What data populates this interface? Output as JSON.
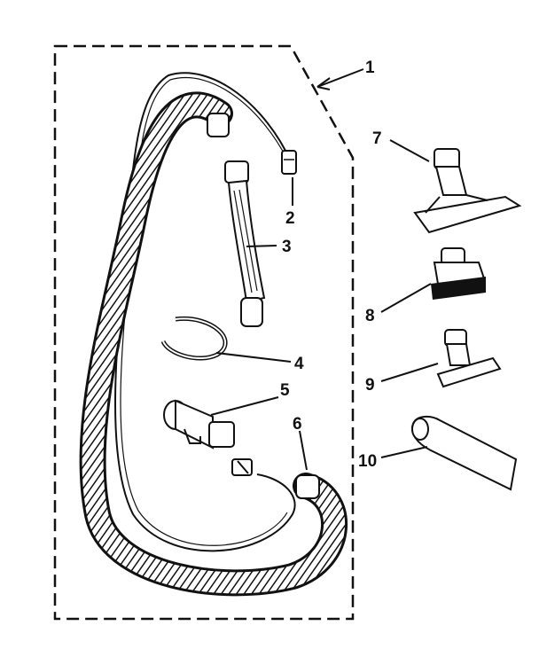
{
  "diagram": {
    "callouts": [
      "1",
      "2",
      "3",
      "4",
      "5",
      "6",
      "7",
      "8",
      "9",
      "10"
    ],
    "colors": {
      "ink": "#111111",
      "background": "#ffffff"
    }
  }
}
